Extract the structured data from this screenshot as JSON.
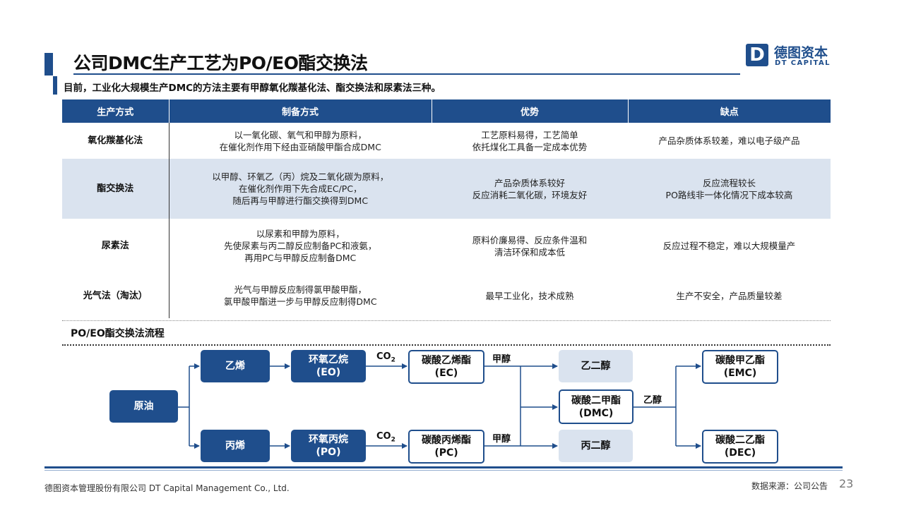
{
  "header": {
    "title": "公司DMC生产工艺为PO/EO酯交换法",
    "subtitle": "目前，工业化大规模生产DMC的方法主要有甲醇氧化羰基化法、酯交换法和尿素法三种。",
    "logo_cn": "德图资本",
    "logo_en": "DT CAPITAL",
    "logo_mark": "D"
  },
  "table": {
    "headers": [
      "生产方式",
      "制备方式",
      "优势",
      "缺点"
    ],
    "rows": [
      {
        "method": "氧化羰基化法",
        "prep": [
          "以一氧化碳、氧气和甲醇为原料，",
          "在催化剂作用下经由亚硝酸甲酯合成DMC"
        ],
        "adv": [
          "工艺原料易得，工艺简单",
          "依托煤化工具备一定成本优势"
        ],
        "dis": [
          "产品杂质体系较差，难以电子级产品"
        ]
      },
      {
        "method": "酯交换法",
        "prep": [
          "以甲醇、环氧乙（丙）烷及二氧化碳为原料，",
          "在催化剂作用下先合成EC/PC，",
          "随后再与甲醇进行酯交换得到DMC"
        ],
        "adv": [
          "产品杂质体系较好",
          "反应消耗二氧化碳，环境友好"
        ],
        "dis": [
          "反应流程较长",
          "PO路线非一体化情况下成本较高"
        ]
      },
      {
        "method": "尿素法",
        "prep": [
          "以尿素和甲醇为原料，",
          "先使尿素与丙二醇反应制备PC和液氨，",
          "再用PC与甲醇反应制备DMC"
        ],
        "adv": [
          "原料价廉易得、反应条件温和",
          "清洁环保和成本低"
        ],
        "dis": [
          "反应过程不稳定，难以大规模量产"
        ]
      },
      {
        "method": "光气法（淘汰）",
        "prep": [
          "光气与甲醇反应制得氯甲酸甲酯，",
          "氯甲酸甲酯进一步与甲醇反应制得DMC"
        ],
        "adv": [
          "最早工业化，技术成熟"
        ],
        "dis": [
          "生产不安全，产品质量较差"
        ]
      }
    ]
  },
  "flow": {
    "title": "PO/EO酯交换法流程",
    "nodes": {
      "crude": "原油",
      "ethylene": "乙烯",
      "propylene": "丙烯",
      "eo": [
        "环氧乙烷",
        "(EO)"
      ],
      "po": [
        "环氧丙烷",
        "(PO)"
      ],
      "ec": [
        "碳酸乙烯酯",
        "(EC)"
      ],
      "pc": [
        "碳酸丙烯酯",
        "(PC)"
      ],
      "eg": "乙二醇",
      "pg": "丙二醇",
      "dmc": [
        "碳酸二甲酯",
        "(DMC)"
      ],
      "emc": [
        "碳酸甲乙酯",
        "(EMC)"
      ],
      "dec": [
        "碳酸二乙酯",
        "(DEC)"
      ]
    },
    "labels": {
      "co2": "CO",
      "co2_sub": "2",
      "methanol": "甲醇",
      "ethanol": "乙醇"
    }
  },
  "footer": {
    "company": "德图资本管理股份有限公司  DT Capital Management  Co., Ltd.",
    "source": "数据来源：公司公告",
    "page": "23"
  }
}
